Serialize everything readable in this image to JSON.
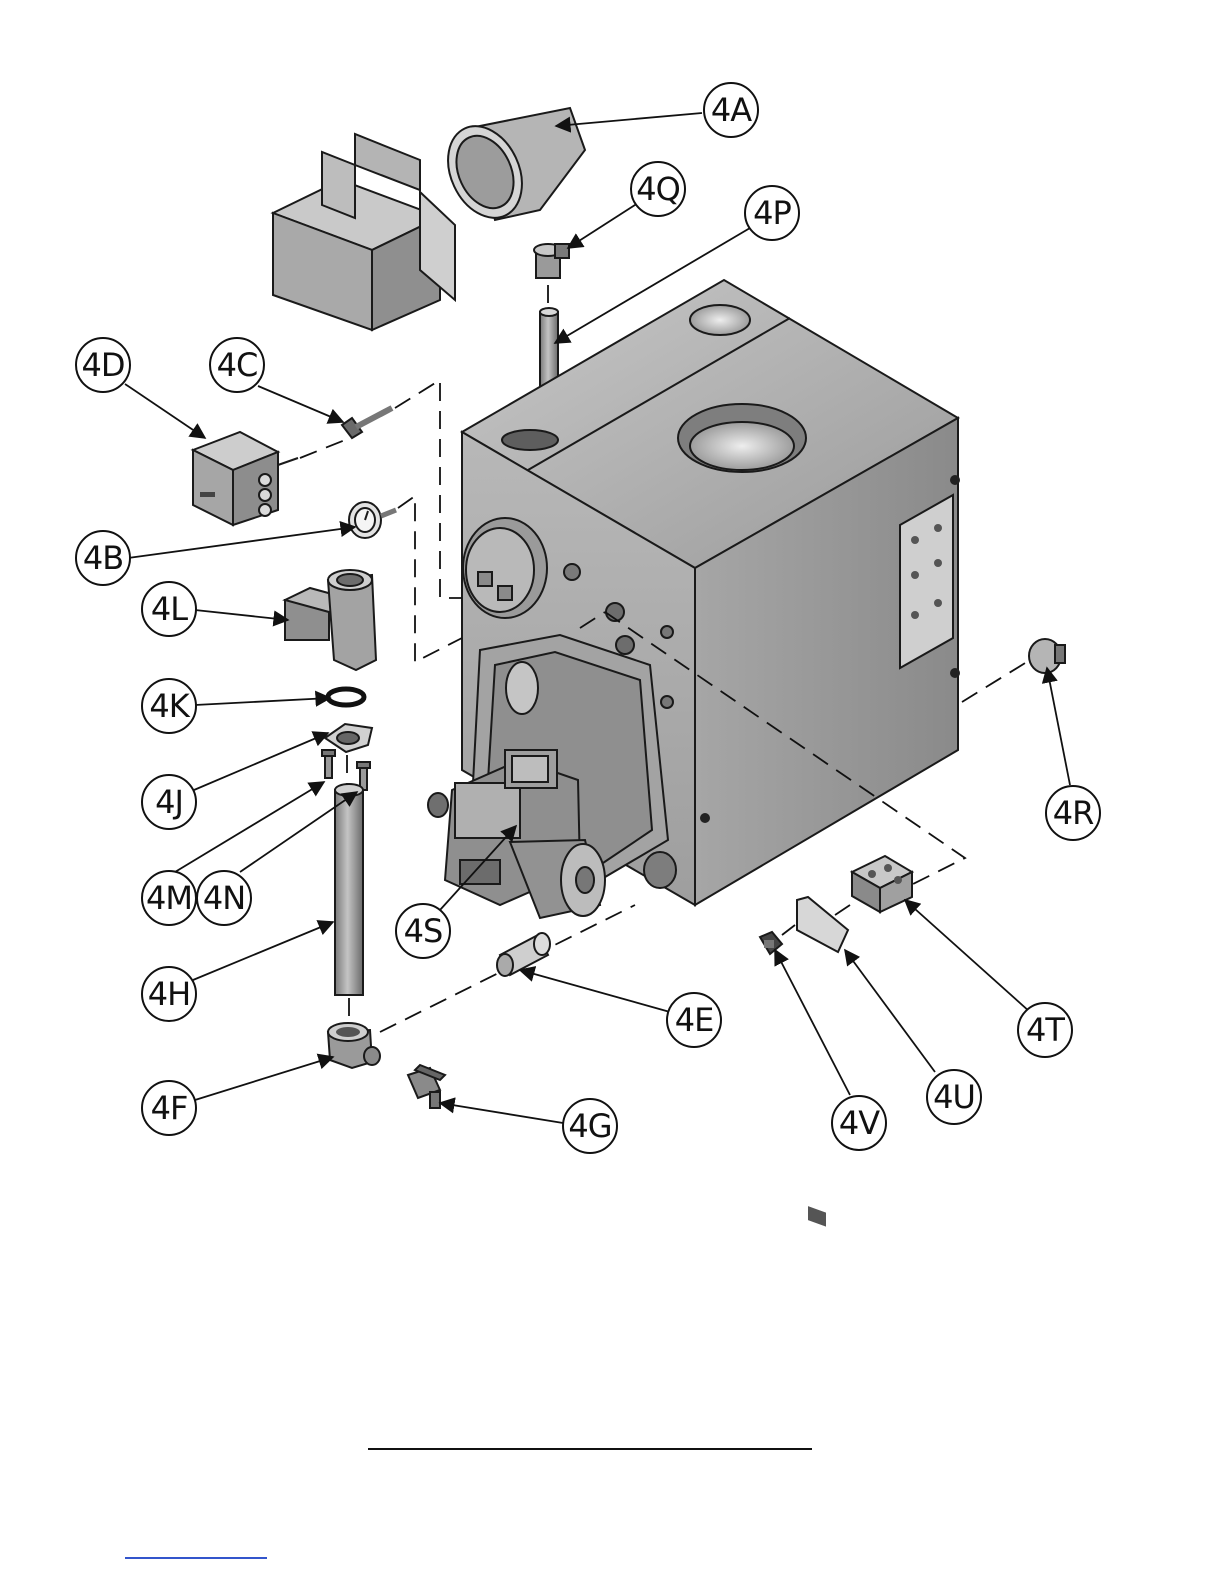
{
  "diagram": {
    "callouts": [
      {
        "id": "4A",
        "label": "4A"
      },
      {
        "id": "4Q",
        "label": "4Q"
      },
      {
        "id": "4P",
        "label": "4P"
      },
      {
        "id": "4D",
        "label": "4D"
      },
      {
        "id": "4C",
        "label": "4C"
      },
      {
        "id": "4B",
        "label": "4B"
      },
      {
        "id": "4L",
        "label": "4L"
      },
      {
        "id": "4K",
        "label": "4K"
      },
      {
        "id": "4J",
        "label": "4J"
      },
      {
        "id": "4M",
        "label": "4M"
      },
      {
        "id": "4N",
        "label": "4N"
      },
      {
        "id": "4H",
        "label": "4H"
      },
      {
        "id": "4S",
        "label": "4S"
      },
      {
        "id": "4E",
        "label": "4E"
      },
      {
        "id": "4F",
        "label": "4F"
      },
      {
        "id": "4G",
        "label": "4G"
      },
      {
        "id": "4R",
        "label": "4R"
      },
      {
        "id": "4T",
        "label": "4T"
      },
      {
        "id": "4U",
        "label": "4U"
      },
      {
        "id": "4V",
        "label": "4V"
      }
    ],
    "colors": {
      "metal_light": "#bdbdbd",
      "metal_mid": "#9c9c9c",
      "metal_dark": "#6e6e6e",
      "line": "#111111",
      "link_underline": "#3355cc"
    }
  }
}
